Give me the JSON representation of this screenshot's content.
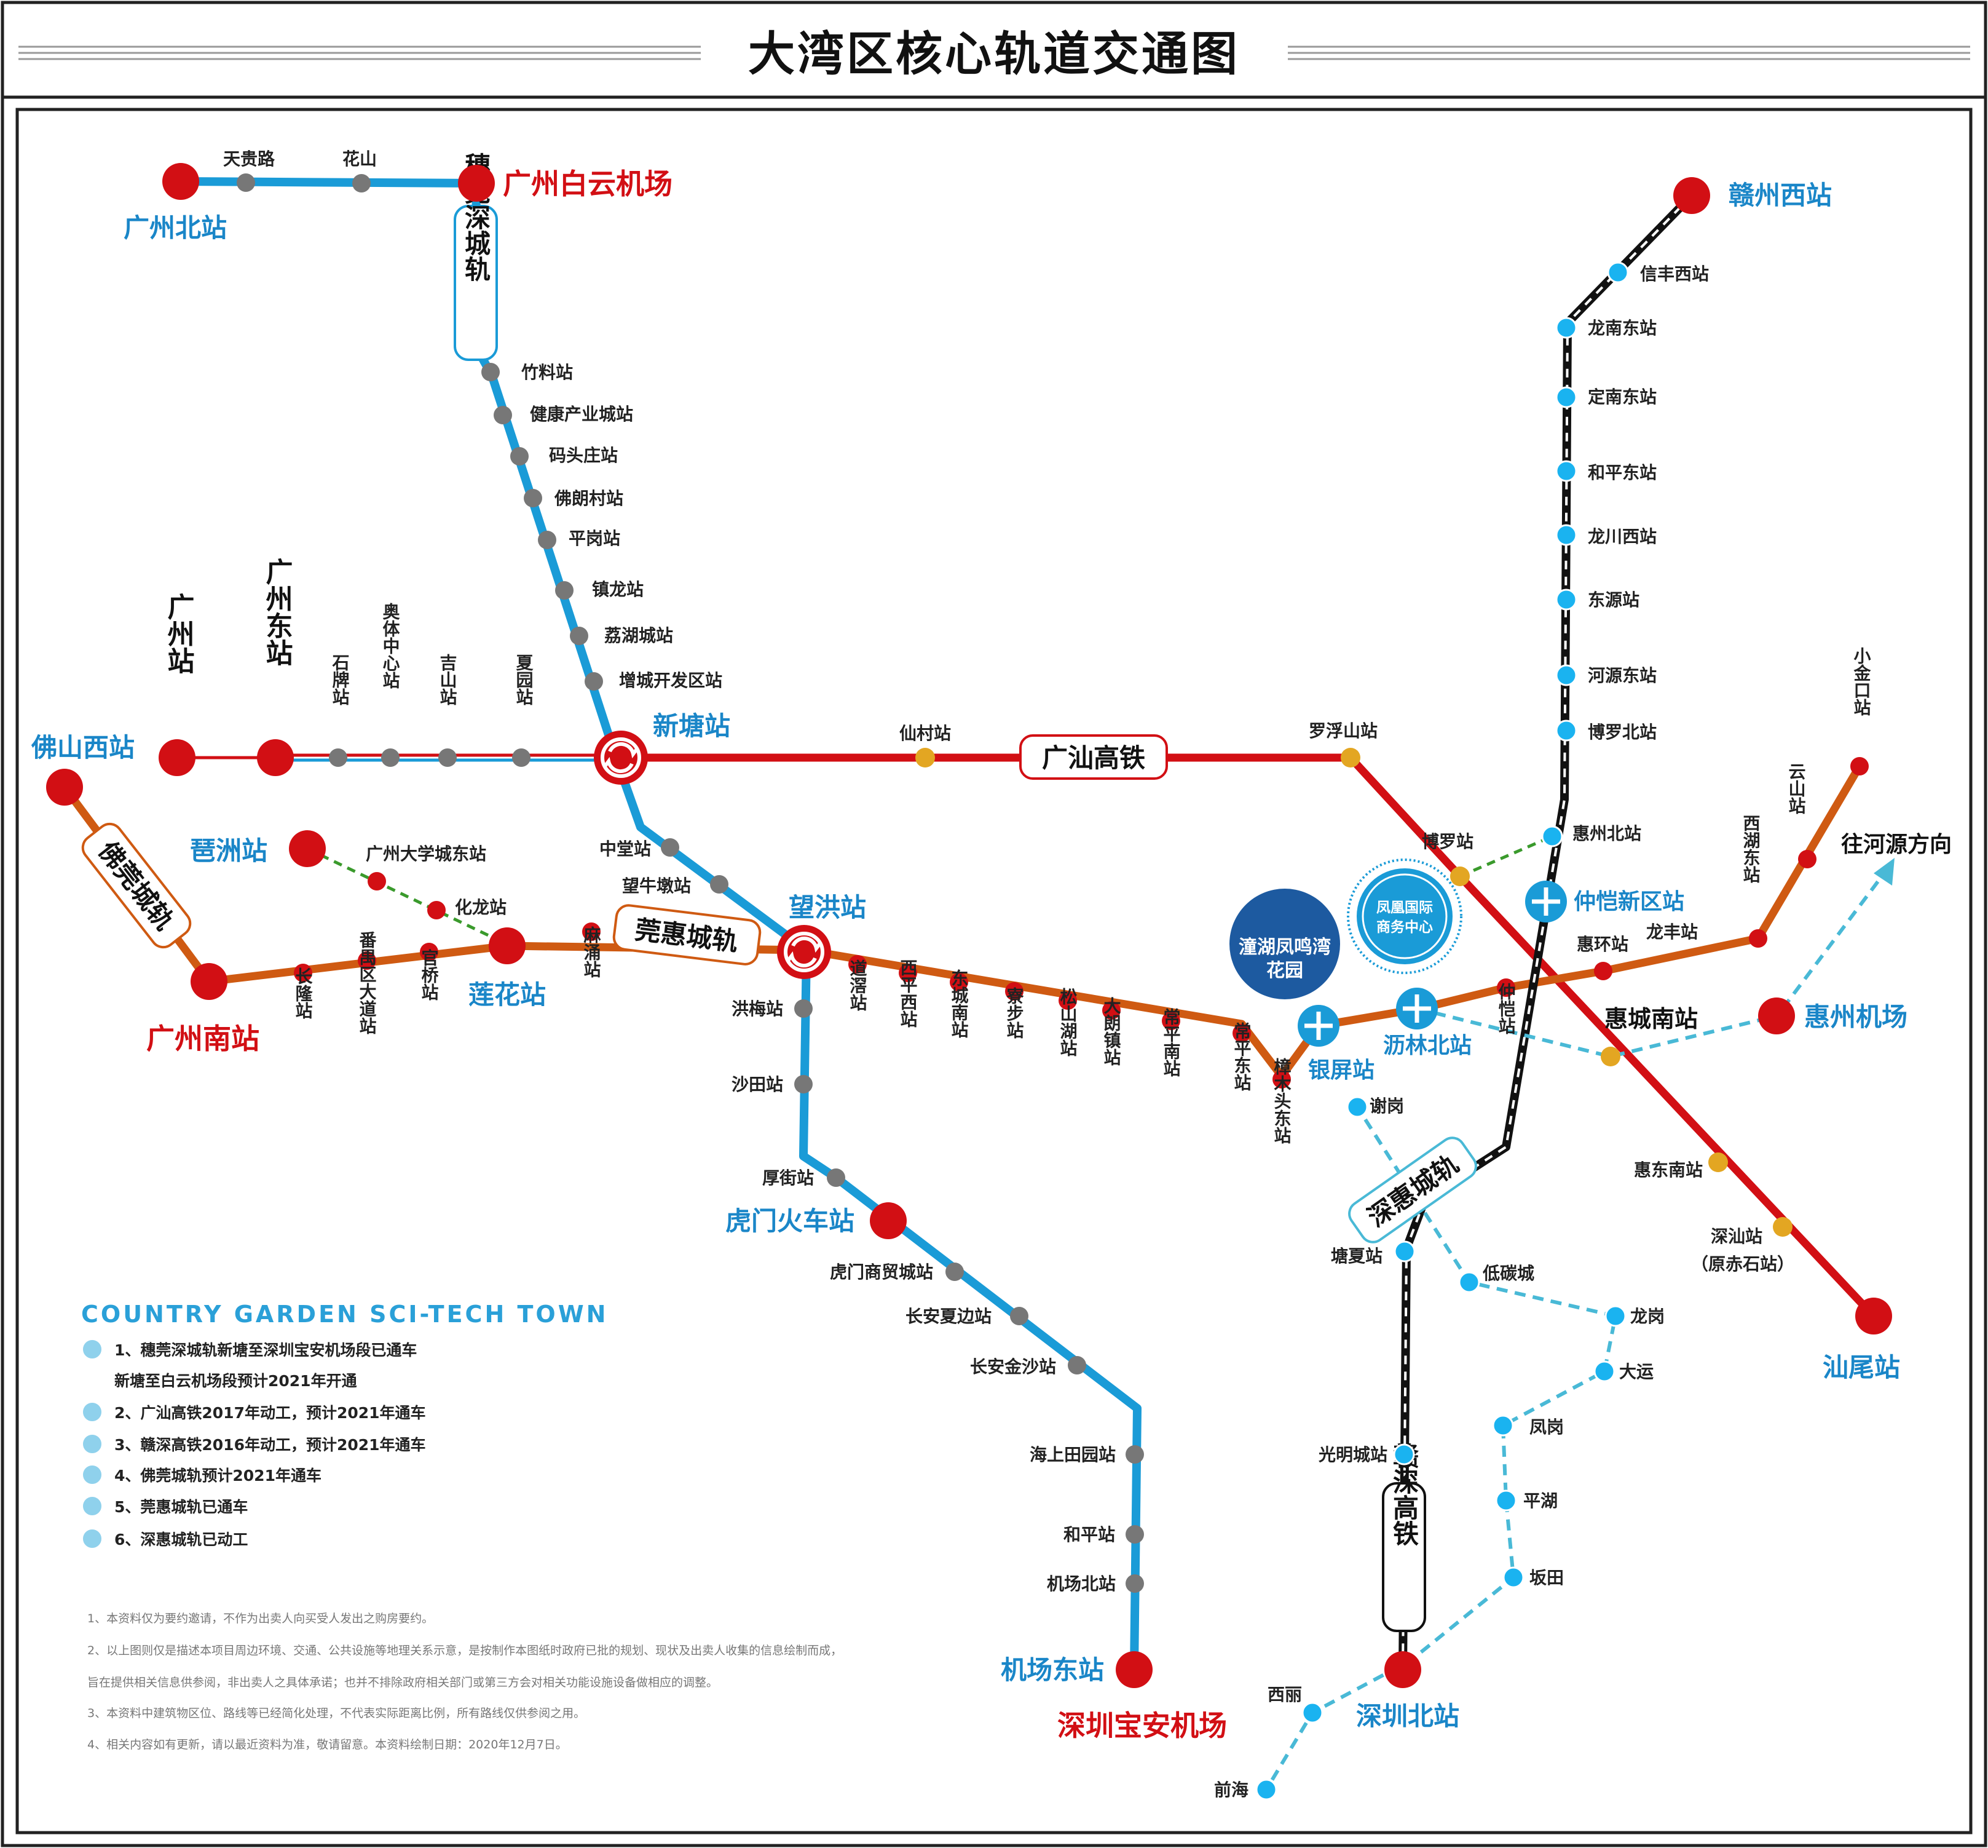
{
  "title": "大湾区核心轨道交通图",
  "colors": {
    "red_line": "#d20f14",
    "blue_line": "#1a9bd7",
    "orange_line": "#cf5a12",
    "black_line": "#111111",
    "dashed_blue": "#49b9d6",
    "dashed_green": "#3a9a2c",
    "station_red": "#d20f14",
    "station_gray": "#777777",
    "station_yellow": "#e3a622",
    "station_cyan": "#1ab3f0"
  },
  "lines": {
    "suiguan": "穗莞深城轨",
    "guangshan": "广汕高铁",
    "foguan": "佛莞城轨",
    "guanhui": "莞惠城轨",
    "shenhui": "深惠城轨",
    "ganshen": "赣深高铁"
  },
  "major_stations": {
    "guangzhou_north": "广州北站",
    "baiyun_airport": "广州白云机场",
    "guangzhou": "广州站",
    "guangzhou_east": "广州东站",
    "foshan_west": "佛山西站",
    "pazhou": "琶洲站",
    "xintang": "新塘站",
    "wanghong": "望洪站",
    "guangzhou_south": "广州南站",
    "lianhua": "莲花站",
    "humen": "虎门火车站",
    "airport_east": "机场东站",
    "baoan_airport": "深圳宝安机场",
    "shenzhen_north": "深圳北站",
    "ganzhou_west": "赣州西站",
    "shanwei": "汕尾站",
    "huizhou_airport": "惠州机场",
    "huicheng_south": "惠城南站",
    "yinping": "银屏站",
    "lilin_north": "沥林北站",
    "zhongkai_xinqu": "仲恺新区站",
    "heyuan_dir": "往河源方向"
  },
  "stations": {
    "tianguilu": "天贵路",
    "huashan": "花山",
    "zhuliao": "竹料站",
    "jiankang": "健康产业城站",
    "matouzhuang": "码头庄站",
    "folangcun": "佛朗村站",
    "pinggang": "平岗站",
    "zhenlong": "镇龙站",
    "lihu": "荔湖城站",
    "zengcheng": "增城开发区站",
    "zhongtang": "中堂站",
    "wangniudun": "望牛墩站",
    "hongmei": "洪梅站",
    "shatian": "沙田站",
    "houjie": "厚街站",
    "humen_shangmao": "虎门商贸城站",
    "changan_xiabian": "长安夏边站",
    "changan_jinsha": "长安金沙站",
    "haishang": "海上田园站",
    "heping_s": "和平站",
    "airport_north": "机场北站",
    "shipai": "石牌站",
    "aoti": "奥体中心站",
    "jishan": "吉山站",
    "xiayuan": "夏园站",
    "xiancun": "仙村站",
    "luofushan": "罗浮山站",
    "boluo": "博罗站",
    "gz_univ": "广州大学城东站",
    "hualong": "化龙站",
    "changlong": "长隆站",
    "panyu": "番禺区大道站",
    "guanqiao": "官桥站",
    "machong": "麻涌站",
    "daojiao": "道滘站",
    "xiping": "西平西站",
    "dongcheng": "东城南站",
    "liaobu": "寮步站",
    "songshanhu": "松山湖站",
    "dalang": "大朗镇站",
    "changping_s": "常平南站",
    "changping_e": "常平东站",
    "zhangmutou": "樟木头东站",
    "zhongkai": "仲恺站",
    "huihuan": "惠环站",
    "longfeng": "龙丰站",
    "xihu_east": "西湖东站",
    "yunshan": "云山站",
    "xiaojinkou": "小金口站",
    "xinfeng": "信丰西站",
    "longnan": "龙南东站",
    "dingnan": "定南东站",
    "heping_e": "和平东站",
    "longchuan": "龙川西站",
    "dongyuan": "东源站",
    "heyuan": "河源东站",
    "boluo_north": "博罗北站",
    "huizhou_north": "惠州北站",
    "huidong_south": "惠东南站",
    "shenshan": "深汕站",
    "shenshan_sub": "（原赤石站）",
    "xiegang": "谢岗",
    "tangxia": "塘夏站",
    "ditan": "低碳城",
    "longgang": "龙岗",
    "dayun": "大运",
    "fenggang": "凤岗",
    "pinghu": "平湖",
    "bantian": "坂田",
    "guangming": "光明城站",
    "xili": "西丽",
    "qianhai": "前海"
  },
  "landmarks": {
    "tonghu_1": "潼湖凤鸣湾",
    "tonghu_2": "花园",
    "fenghuang_1": "凤凰国际",
    "fenghuang_2": "商务中心"
  },
  "notes": {
    "heading": "COUNTRY GARDEN SCI-TECH TOWN",
    "items": [
      "1、穗莞深城轨新塘至深圳宝安机场段已通车",
      "新塘至白云机场段预计2021年开通",
      "2、广汕高铁2017年动工，预计2021年通车",
      "3、赣深高铁2016年动工，预计2021年通车",
      "4、佛莞城轨预计2021年通车",
      "5、莞惠城轨已通车",
      "6、深惠城轨已动工"
    ],
    "disclaimer": [
      "1、本资料仅为要约邀请，不作为出卖人向买受人发出之购房要约。",
      "2、以上图则仅是描述本项目周边环境、交通、公共设施等地理关系示意，是按制作本图纸时政府已批的规划、现状及出卖人收集的信息绘制而成，",
      "旨在提供相关信息供参阅，非出卖人之具体承诺；也并不排除政府相关部门或第三方会对相关功能设施设备做相应的调整。",
      "3、本资料中建筑物区位、路线等已经简化处理，不代表实际距离比例，所有路线仅供参阅之用。",
      "4、相关内容如有更新，请以最近资料为准，敬请留意。本资料绘制日期：2020年12月7日。"
    ]
  }
}
